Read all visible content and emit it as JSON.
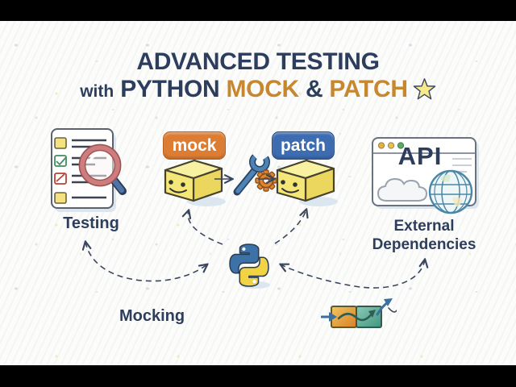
{
  "title": {
    "line1": "ADVANCED TESTING",
    "line2_with": "with",
    "line2_python": "PYTHON",
    "line2_mock": "MOCK",
    "line2_amp": "&",
    "line2_patch": "PATCH"
  },
  "badges": {
    "mock": "mock",
    "patch": "patch"
  },
  "nodes": {
    "testing_label": "Testing",
    "external_label_line1": "External",
    "external_label_line2": "Dependencies",
    "mocking_label": "Mocking",
    "api_label": "API"
  },
  "connections": [
    {
      "from": "testing",
      "to": "python-logo",
      "style": "dashed-curve",
      "bidirectional": true
    },
    {
      "from": "python-logo",
      "to": "mock-cube",
      "style": "dashed-curve"
    },
    {
      "from": "python-logo",
      "to": "patch-cube",
      "style": "dashed-curve"
    },
    {
      "from": "external-dependencies",
      "to": "python-logo",
      "style": "dashed-curve",
      "bidirectional": true
    },
    {
      "from": "mock-cube",
      "to": "wrench-gear",
      "style": "solid-arrow"
    },
    {
      "from": "wrench-gear",
      "to": "patch-cube",
      "style": "solid-arrow"
    }
  ],
  "colors": {
    "navy_text": "#2c3d5e",
    "gold_text": "#c7872f",
    "mock_badge": "#dd7d33",
    "patch_badge": "#3d6cb0",
    "cube_yellow": "#f5e678",
    "arrow": "#39465e",
    "background": "#fcfcfa",
    "letterbox": "#000000",
    "magnifier_rim": "#cd7d7d",
    "wrench_blue": "#4e83b8",
    "gear_orange": "#e0862f",
    "globe_teal": "#4a87a6"
  }
}
